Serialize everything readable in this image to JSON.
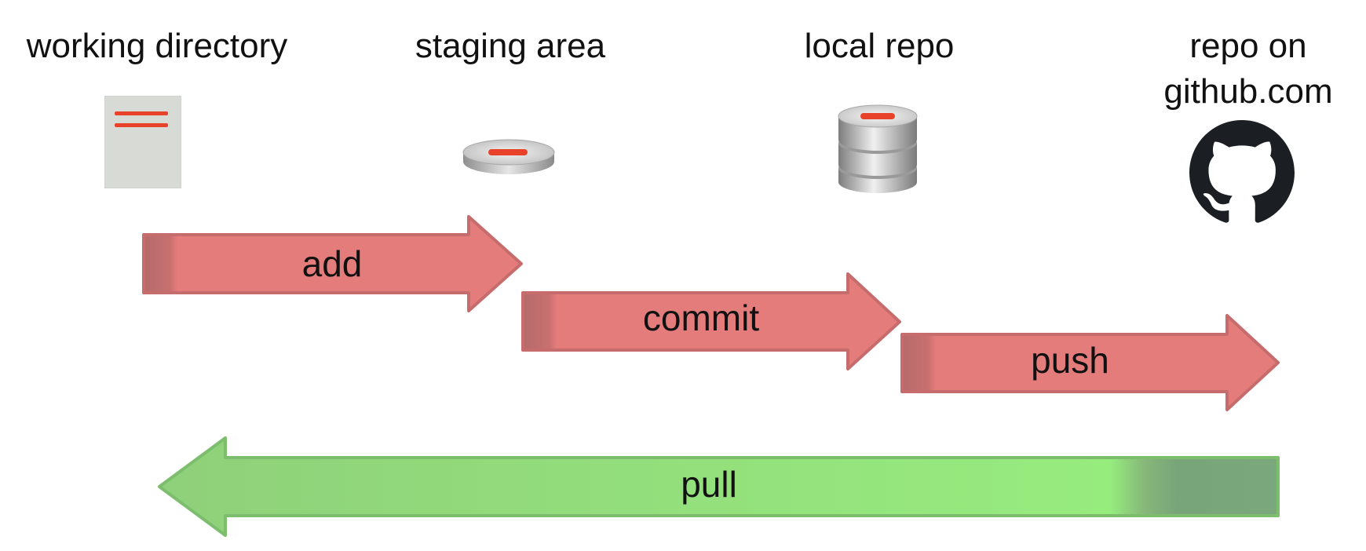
{
  "stages": {
    "working_directory": {
      "label": "working directory",
      "icon": "document-icon"
    },
    "staging_area": {
      "label": "staging area",
      "icon": "disk-icon"
    },
    "local_repo": {
      "label": "local repo",
      "icon": "database-icon"
    },
    "remote_repo": {
      "label": "repo on github.com",
      "icon": "github-icon"
    }
  },
  "arrows": {
    "add": {
      "label": "add",
      "color": "#e57c7c",
      "direction": "right"
    },
    "commit": {
      "label": "commit",
      "color": "#e57c7c",
      "direction": "right"
    },
    "push": {
      "label": "push",
      "color": "#e57c7c",
      "direction": "right"
    },
    "pull": {
      "label": "pull",
      "color": "#94e37d",
      "direction": "left"
    }
  },
  "colors": {
    "accent_red": "#e8432a",
    "arrow_red": "#e57c7c",
    "arrow_green": "#94e37d",
    "file_fill": "#d8dad5"
  }
}
